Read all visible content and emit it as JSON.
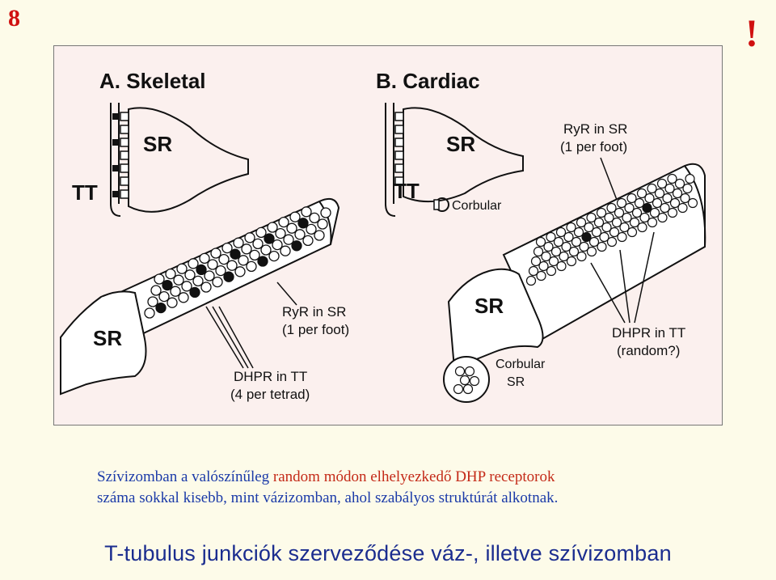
{
  "slide": {
    "number": "8",
    "mark": "!"
  },
  "figure": {
    "panel_a": {
      "title": "A. Skeletal",
      "sr_top": "SR",
      "tt": "TT",
      "sr_bottom": "SR",
      "ryr_line1": "RyR in SR",
      "ryr_line2": "(1 per foot)",
      "dhpr_line1": "DHPR in TT",
      "dhpr_line2": "(4 per tetrad)"
    },
    "panel_b": {
      "title": "B. Cardiac",
      "sr_top": "SR",
      "tt": "TT",
      "corbular": "Corbular",
      "ryr_line1": "RyR in SR",
      "ryr_line2": "(1 per foot)",
      "sr_bottom": "SR",
      "dhpr_line1": "DHPR in TT",
      "dhpr_line2": "(random?)",
      "corbular_sr_line1": "Corbular",
      "corbular_sr_line2": "SR"
    }
  },
  "caption": {
    "part1": "Szívizomban a valószínűleg ",
    "highlight": "random módon elhelyezkedő DHP receptorok",
    "part2": "száma sokkal kisebb, mint vázizomban, ahol szabályos struktúrát alkotnak."
  },
  "title": "T-tubulus junkciók szerveződése váz-, illetve szívizomban",
  "colors": {
    "accent_red": "#d01010",
    "caption_blue": "#1b3aa8",
    "title_blue": "#1b2d8f",
    "figure_bg": "#fbf0ee"
  }
}
